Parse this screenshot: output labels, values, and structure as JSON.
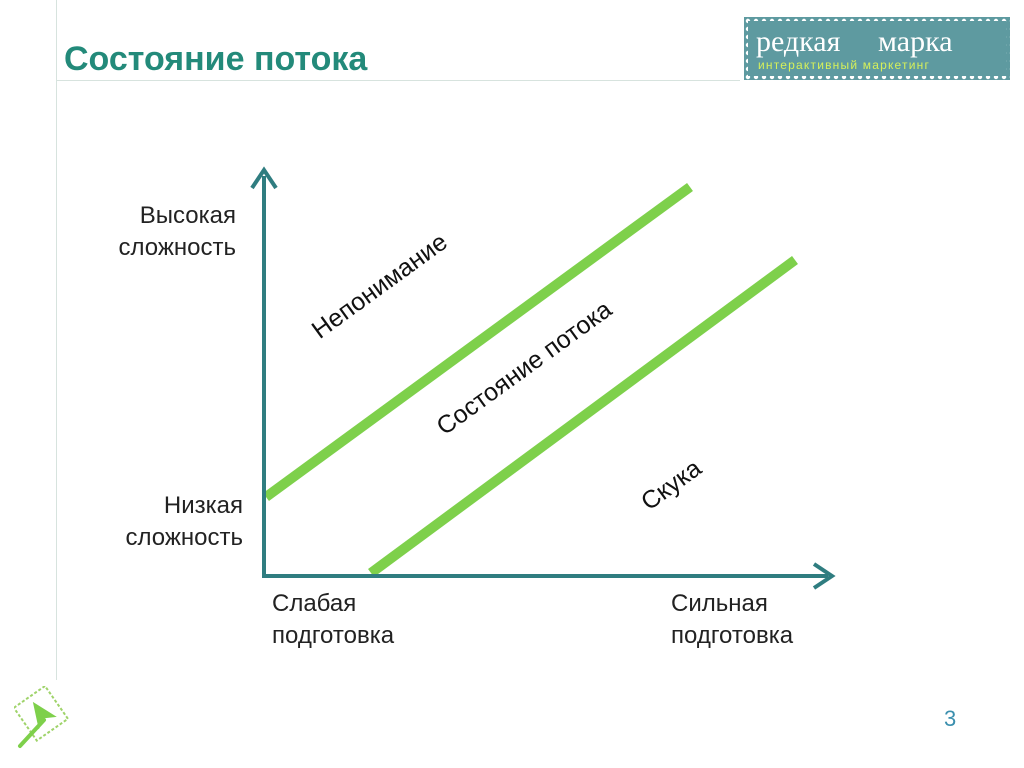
{
  "slide": {
    "title": "Состояние потока",
    "page_number": "3"
  },
  "logo": {
    "line1_part1": "редкая",
    "line1_part2": "марка",
    "line2": "интерактивный маркетинг"
  },
  "diagram": {
    "y_axis": {
      "high_line1": "Высокая",
      "high_line2": "сложность",
      "low_line1": "Низкая",
      "low_line2": "сложность"
    },
    "x_axis": {
      "weak_line1": "Слабая",
      "weak_line2": "подготовка",
      "strong_line1": "Сильная",
      "strong_line2": "подготовка"
    },
    "regions": {
      "anxiety": "Непонимание",
      "flow": "Состояние потока",
      "boredom": "Скука"
    }
  },
  "colors": {
    "title": "#238a7a",
    "axis": "#2f7d80",
    "channel_lines": "#7ed04b",
    "page_number": "#3b8fae",
    "logo_bg": "#5e9aa0"
  }
}
